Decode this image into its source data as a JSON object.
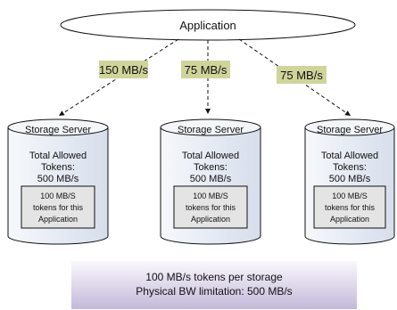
{
  "application": {
    "label": "Application"
  },
  "links": [
    {
      "rate": "150 MB/s"
    },
    {
      "rate": "75 MB/s"
    },
    {
      "rate": "75 MB/s"
    }
  ],
  "servers": [
    {
      "title": "Storage Server",
      "total_line1": "Total Allowed",
      "total_line2": "Tokens:",
      "total_line3": "500 MB/s",
      "app_line1": "100 MB/S",
      "app_line2": "tokens for this",
      "app_line3": "Application"
    },
    {
      "title": "Storage Server",
      "total_line1": "Total Allowed",
      "total_line2": "Tokens:",
      "total_line3": "500 MB/s",
      "app_line1": "100 MB/S",
      "app_line2": "tokens for this",
      "app_line3": "Application"
    },
    {
      "title": "Storage Server",
      "total_line1": "Total Allowed",
      "total_line2": "Tokens:",
      "total_line3": "500 MB/s",
      "app_line1": "100 MB/S",
      "app_line2": "tokens for this",
      "app_line3": "Application"
    }
  ],
  "footer": {
    "line1": "100 MB/s tokens per storage",
    "line2": "Physical BW limitation: 500 MB/s"
  },
  "colors": {
    "cylinder_top": "#f4f6fa",
    "cylinder_body": "#dfe6f2",
    "rate_label_bg": "#cfd49a",
    "inner_box_bg": "#e4e4e4",
    "footer_light": "#f7f4fb",
    "footer_dark": "#c7bfdc"
  }
}
